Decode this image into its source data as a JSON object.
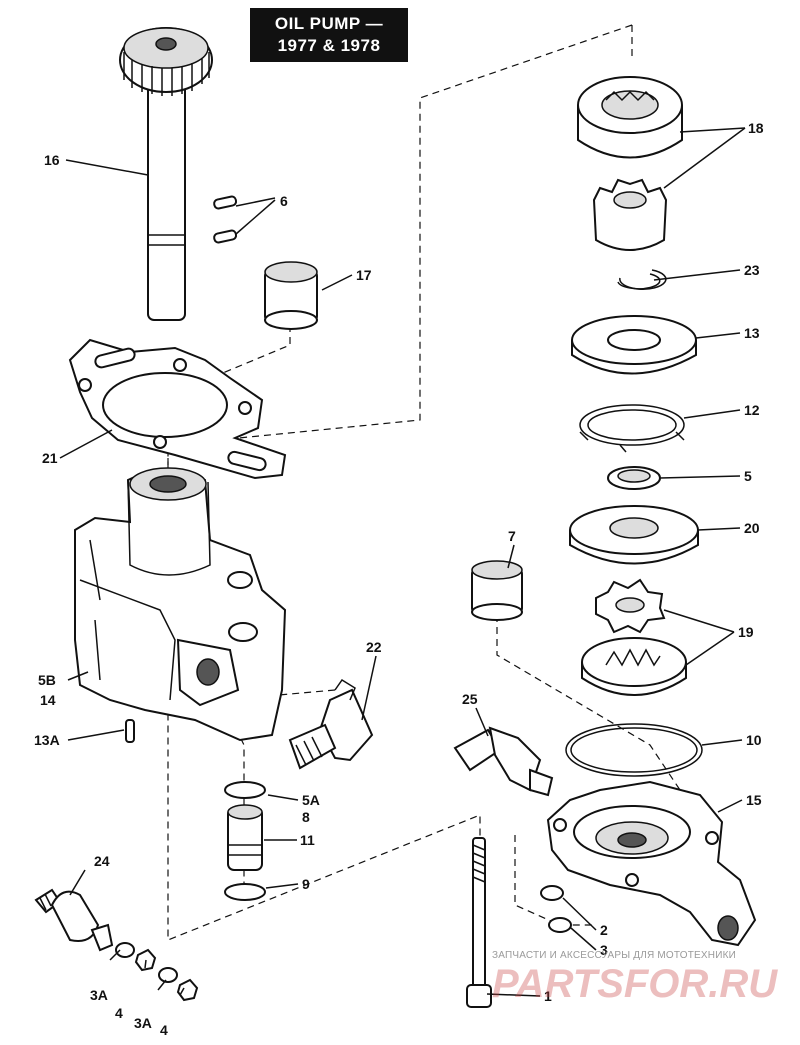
{
  "title": {
    "line1": "OIL PUMP —",
    "line2": "1977 & 1978"
  },
  "callouts": {
    "c16": "16",
    "c6": "6",
    "c17": "17",
    "c21": "21",
    "c5b": "5B",
    "c14": "14",
    "c13a": "13A",
    "c22": "22",
    "c5a": "5A",
    "c8": "8",
    "c11": "11",
    "c9": "9",
    "c24": "24",
    "c3a_1": "3A",
    "c4_1": "4",
    "c3a_2": "3A",
    "c4_2": "4",
    "c18": "18",
    "c23": "23",
    "c13": "13",
    "c12": "12",
    "c5": "5",
    "c20": "20",
    "c7": "7",
    "c19": "19",
    "c25": "25",
    "c10": "10",
    "c15": "15",
    "c2": "2",
    "c3": "3",
    "c1": "1"
  },
  "watermark": {
    "subtitle": "ЗАПЧАСТИ И АКСЕССУАРЫ ДЛЯ МОТОТЕХНИКИ",
    "brand": "PARTSFOR.RU"
  },
  "colors": {
    "ink": "#111111",
    "title_bg": "#111111",
    "title_fg": "#ffffff",
    "watermark": "#c84646"
  }
}
